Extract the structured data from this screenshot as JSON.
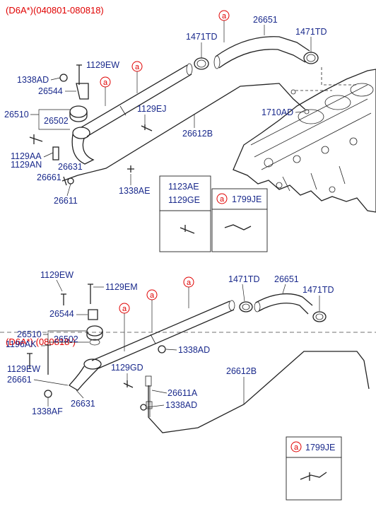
{
  "upper": {
    "header": "(D6A*)(040801-080818)",
    "labels": {
      "p26651": "26651",
      "p1471TD_a": "1471TD",
      "p1471TD_b": "1471TD",
      "p1129EW": "1129EW",
      "p1338AD": "1338AD",
      "p26544": "26544",
      "p26510": "26510",
      "p26502": "26502",
      "p1129EJ": "1129EJ",
      "p1710AD": "1710AD",
      "p26612B": "26612B",
      "p1129AA": "1129AA",
      "p1129AN": "1129AN",
      "p26631": "26631",
      "p26661": "26661",
      "p26611": "26611",
      "p1338AE": "1338AE"
    },
    "inset_bolts": {
      "a": "1123AE",
      "b": "1129GE"
    },
    "inset_clip": "1799JE"
  },
  "lower": {
    "header": "(D6A*) (080818-)",
    "labels": {
      "p1129EW_a": "1129EW",
      "p1129EM": "1129EM",
      "p1471TD_a": "1471TD",
      "p26651": "26651",
      "p1471TD_b": "1471TD",
      "p26544": "26544",
      "p26510": "26510",
      "p26502": "26502",
      "p1196AK": "1196AK",
      "p1338AD_a": "1338AD",
      "p1129EW_b": "1129EW",
      "p26661": "26661",
      "p1129GD": "1129GD",
      "p26612B": "26612B",
      "p26611A": "26611A",
      "p1338AD_b": "1338AD",
      "p1338AF": "1338AF",
      "p26631": "26631"
    },
    "inset_clip": "1799JE"
  },
  "ref_mark": "a"
}
